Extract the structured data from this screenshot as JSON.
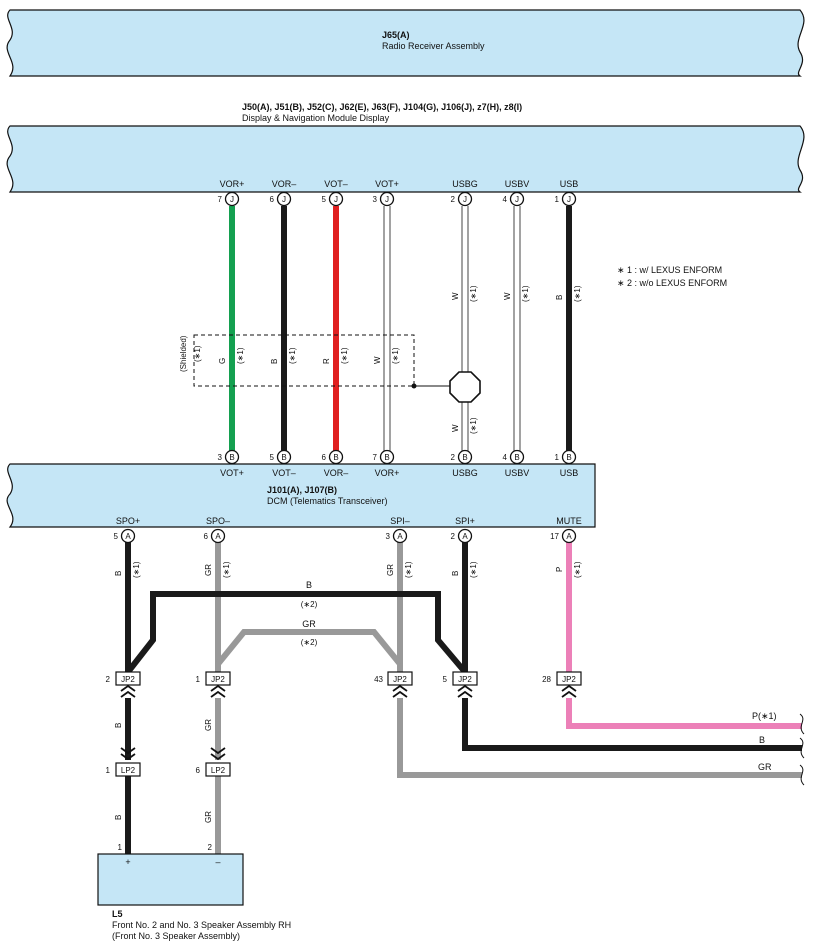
{
  "colors": {
    "module_fill": "#c5e6f6",
    "wire_green": "#14a050",
    "wire_black": "#1a1a1a",
    "wire_red": "#e02020",
    "wire_white": "#ffffff",
    "wire_gray": "#999999",
    "wire_pink": "#ec80b8"
  },
  "radio": {
    "code": "J65(A)",
    "name": "Radio Receiver Assembly"
  },
  "display": {
    "codes": "J50(A), J51(B), J52(C), J62(E), J63(F), J104(G), J106(J), z7(H), z8(I)",
    "name": "Display & Navigation Module Display",
    "pins": [
      {
        "label": "VOR+",
        "num": "7",
        "conn": "J"
      },
      {
        "label": "VOR–",
        "num": "6",
        "conn": "J"
      },
      {
        "label": "VOT–",
        "num": "5",
        "conn": "J"
      },
      {
        "label": "VOT+",
        "num": "3",
        "conn": "J"
      },
      {
        "label": "USBG",
        "num": "2",
        "conn": "J"
      },
      {
        "label": "USBV",
        "num": "4",
        "conn": "J"
      },
      {
        "label": "USB",
        "num": "1",
        "conn": "J"
      }
    ]
  },
  "notes": [
    "∗ 1 : w/ LEXUS ENFORM",
    "∗ 2 : w/o LEXUS ENFORM"
  ],
  "shield_label": "(Shielded)",
  "upper_wires": [
    {
      "color": "G",
      "note": "(∗1)"
    },
    {
      "color": "B",
      "note": "(∗1)"
    },
    {
      "color": "R",
      "note": "(∗1)"
    },
    {
      "color": "W",
      "note": "(∗1)"
    },
    {
      "color": "W",
      "note": "(∗1)"
    },
    {
      "color": "W",
      "note": "(∗1)"
    },
    {
      "color": "B",
      "note": "(∗1)"
    }
  ],
  "shield_extra": {
    "note": "(∗1)",
    "lower_color": "W",
    "lower_note": "(∗1)"
  },
  "dcm": {
    "codes": "J101(A), J107(B)",
    "name": "DCM (Telematics Transceiver)",
    "top_pins": [
      {
        "label": "VOT+",
        "num": "3",
        "conn": "B"
      },
      {
        "label": "VOT–",
        "num": "5",
        "conn": "B"
      },
      {
        "label": "VOR–",
        "num": "6",
        "conn": "B"
      },
      {
        "label": "VOR+",
        "num": "7",
        "conn": "B"
      },
      {
        "label": "USBG",
        "num": "2",
        "conn": "B"
      },
      {
        "label": "USBV",
        "num": "4",
        "conn": "B"
      },
      {
        "label": "USB",
        "num": "1",
        "conn": "B"
      }
    ],
    "bottom_pins": [
      {
        "label": "SPO+",
        "num": "5",
        "conn": "A"
      },
      {
        "label": "SPO–",
        "num": "6",
        "conn": "A"
      },
      {
        "label": "SPI–",
        "num": "3",
        "conn": "A"
      },
      {
        "label": "SPI+",
        "num": "2",
        "conn": "A"
      },
      {
        "label": "MUTE",
        "num": "17",
        "conn": "A"
      }
    ]
  },
  "lower_wires": [
    {
      "color": "B",
      "note": "(∗1)"
    },
    {
      "color": "GR",
      "note": "(∗1)"
    },
    {
      "color": "GR",
      "note": "(∗1)"
    },
    {
      "color": "B",
      "note": "(∗1)"
    },
    {
      "color": "P",
      "note": "(∗1)"
    }
  ],
  "crossover": [
    {
      "color": "B",
      "note": "(∗2)"
    },
    {
      "color": "GR",
      "note": "(∗2)"
    }
  ],
  "jp2": [
    {
      "num": "2",
      "name": "JP2"
    },
    {
      "num": "1",
      "name": "JP2"
    },
    {
      "num": "43",
      "name": "JP2"
    },
    {
      "num": "5",
      "name": "JP2"
    },
    {
      "num": "28",
      "name": "JP2"
    }
  ],
  "lp2": [
    {
      "num": "1",
      "name": "LP2"
    },
    {
      "num": "6",
      "name": "LP2"
    }
  ],
  "harness_wires": [
    "B",
    "GR",
    "B",
    "GR"
  ],
  "exit_wires": [
    "P(∗1)",
    "B",
    "GR"
  ],
  "speaker": {
    "code": "L5",
    "name": "Front No.  2 and No.  3 Speaker Assembly RH",
    "sub": "(Front No.  3 Speaker Assembly)",
    "pin1": "1",
    "pin2": "2",
    "plus": "+",
    "minus": "–"
  }
}
